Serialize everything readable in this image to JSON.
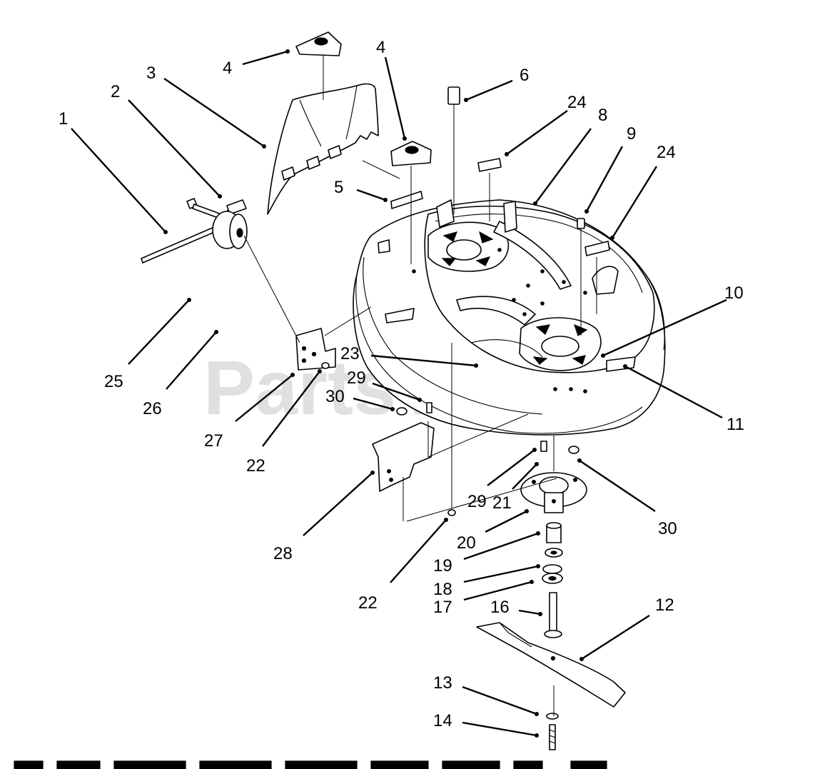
{
  "watermark": "PartsTree",
  "callouts": [
    {
      "id": "1",
      "label": "1"
    },
    {
      "id": "2",
      "label": "2"
    },
    {
      "id": "3",
      "label": "3"
    },
    {
      "id": "4a",
      "label": "4"
    },
    {
      "id": "4b",
      "label": "4"
    },
    {
      "id": "5",
      "label": "5"
    },
    {
      "id": "6",
      "label": "6"
    },
    {
      "id": "24a",
      "label": "24"
    },
    {
      "id": "8",
      "label": "8"
    },
    {
      "id": "9",
      "label": "9"
    },
    {
      "id": "24b",
      "label": "24"
    },
    {
      "id": "10",
      "label": "10"
    },
    {
      "id": "11",
      "label": "11"
    },
    {
      "id": "23",
      "label": "23"
    },
    {
      "id": "29a",
      "label": "29"
    },
    {
      "id": "30a",
      "label": "30"
    },
    {
      "id": "25",
      "label": "25"
    },
    {
      "id": "26",
      "label": "26"
    },
    {
      "id": "27",
      "label": "27"
    },
    {
      "id": "22a",
      "label": "22"
    },
    {
      "id": "28",
      "label": "28"
    },
    {
      "id": "22b",
      "label": "22"
    },
    {
      "id": "29b",
      "label": "29"
    },
    {
      "id": "21",
      "label": "21"
    },
    {
      "id": "30b",
      "label": "30"
    },
    {
      "id": "20",
      "label": "20"
    },
    {
      "id": "19",
      "label": "19"
    },
    {
      "id": "18",
      "label": "18"
    },
    {
      "id": "17",
      "label": "17"
    },
    {
      "id": "16",
      "label": "16"
    },
    {
      "id": "12",
      "label": "12"
    },
    {
      "id": "13",
      "label": "13"
    },
    {
      "id": "14",
      "label": "14"
    }
  ]
}
